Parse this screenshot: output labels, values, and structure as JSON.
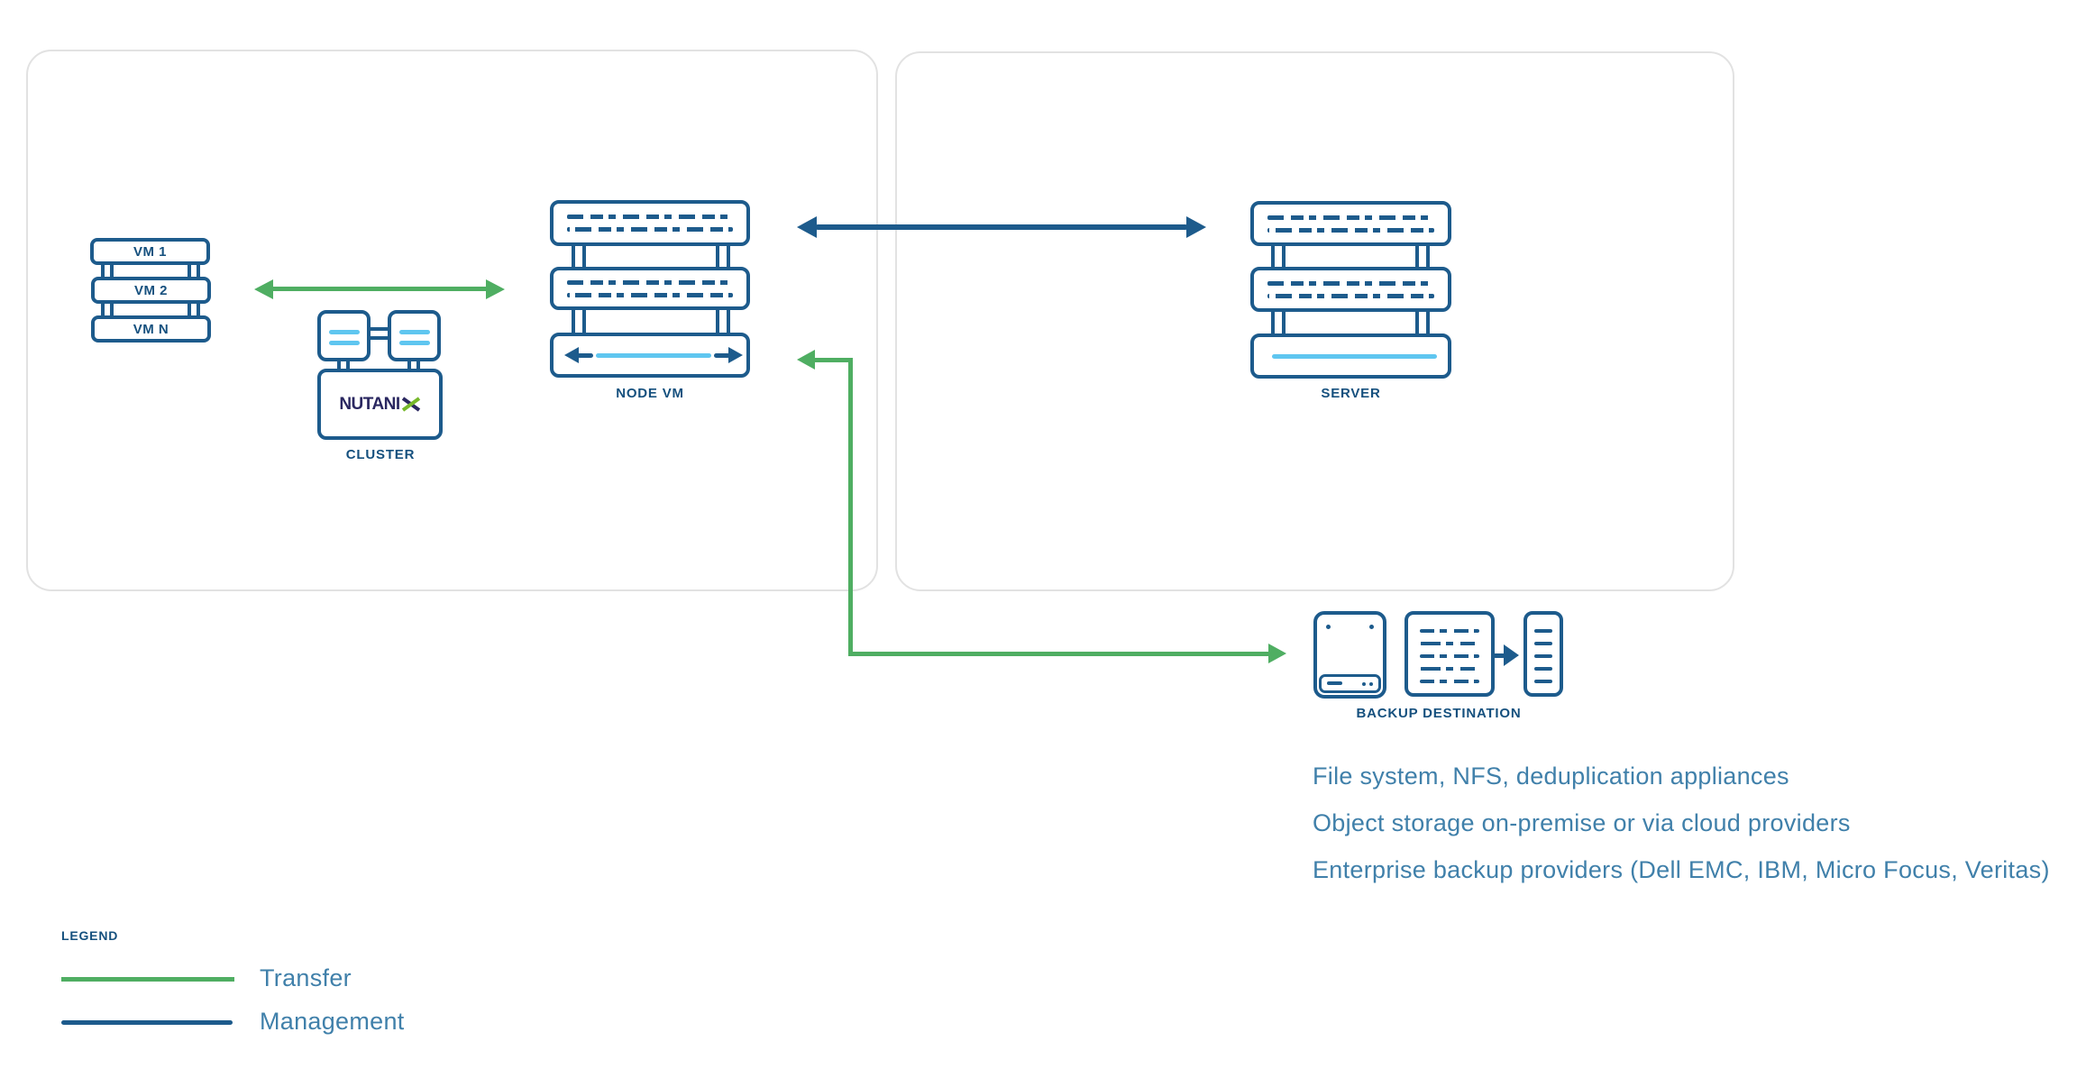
{
  "colors": {
    "icon_blue": "#1d5b8c",
    "label_navy": "#15507e",
    "green": "#4fae62",
    "light_blue": "#5fc6f0",
    "text_blue": "#4080aa",
    "nutanix_navy": "#2a2760",
    "nutanix_green": "#76b82a",
    "panel_border": "#e2e2e2"
  },
  "vm_stack": {
    "items": [
      "VM 1",
      "VM 2",
      "VM N"
    ]
  },
  "cluster": {
    "label": "CLUSTER",
    "brand": "NUTANI",
    "brand_x_icon": "nutanix-x"
  },
  "node_vm": {
    "label": "NODE VM"
  },
  "server": {
    "label": "SERVER"
  },
  "backup_destination": {
    "label": "BACKUP DESTINATION"
  },
  "notes": [
    "File system, NFS, deduplication appliances",
    "Object storage on-premise or via cloud providers",
    "Enterprise backup providers (Dell EMC, IBM, Micro Focus, Veritas)"
  ],
  "legend": {
    "title": "LEGEND",
    "items": [
      {
        "label": "Transfer",
        "type": "transfer",
        "color": "#4fae62"
      },
      {
        "label": "Management",
        "type": "management",
        "color": "#1d5b8c"
      }
    ]
  }
}
